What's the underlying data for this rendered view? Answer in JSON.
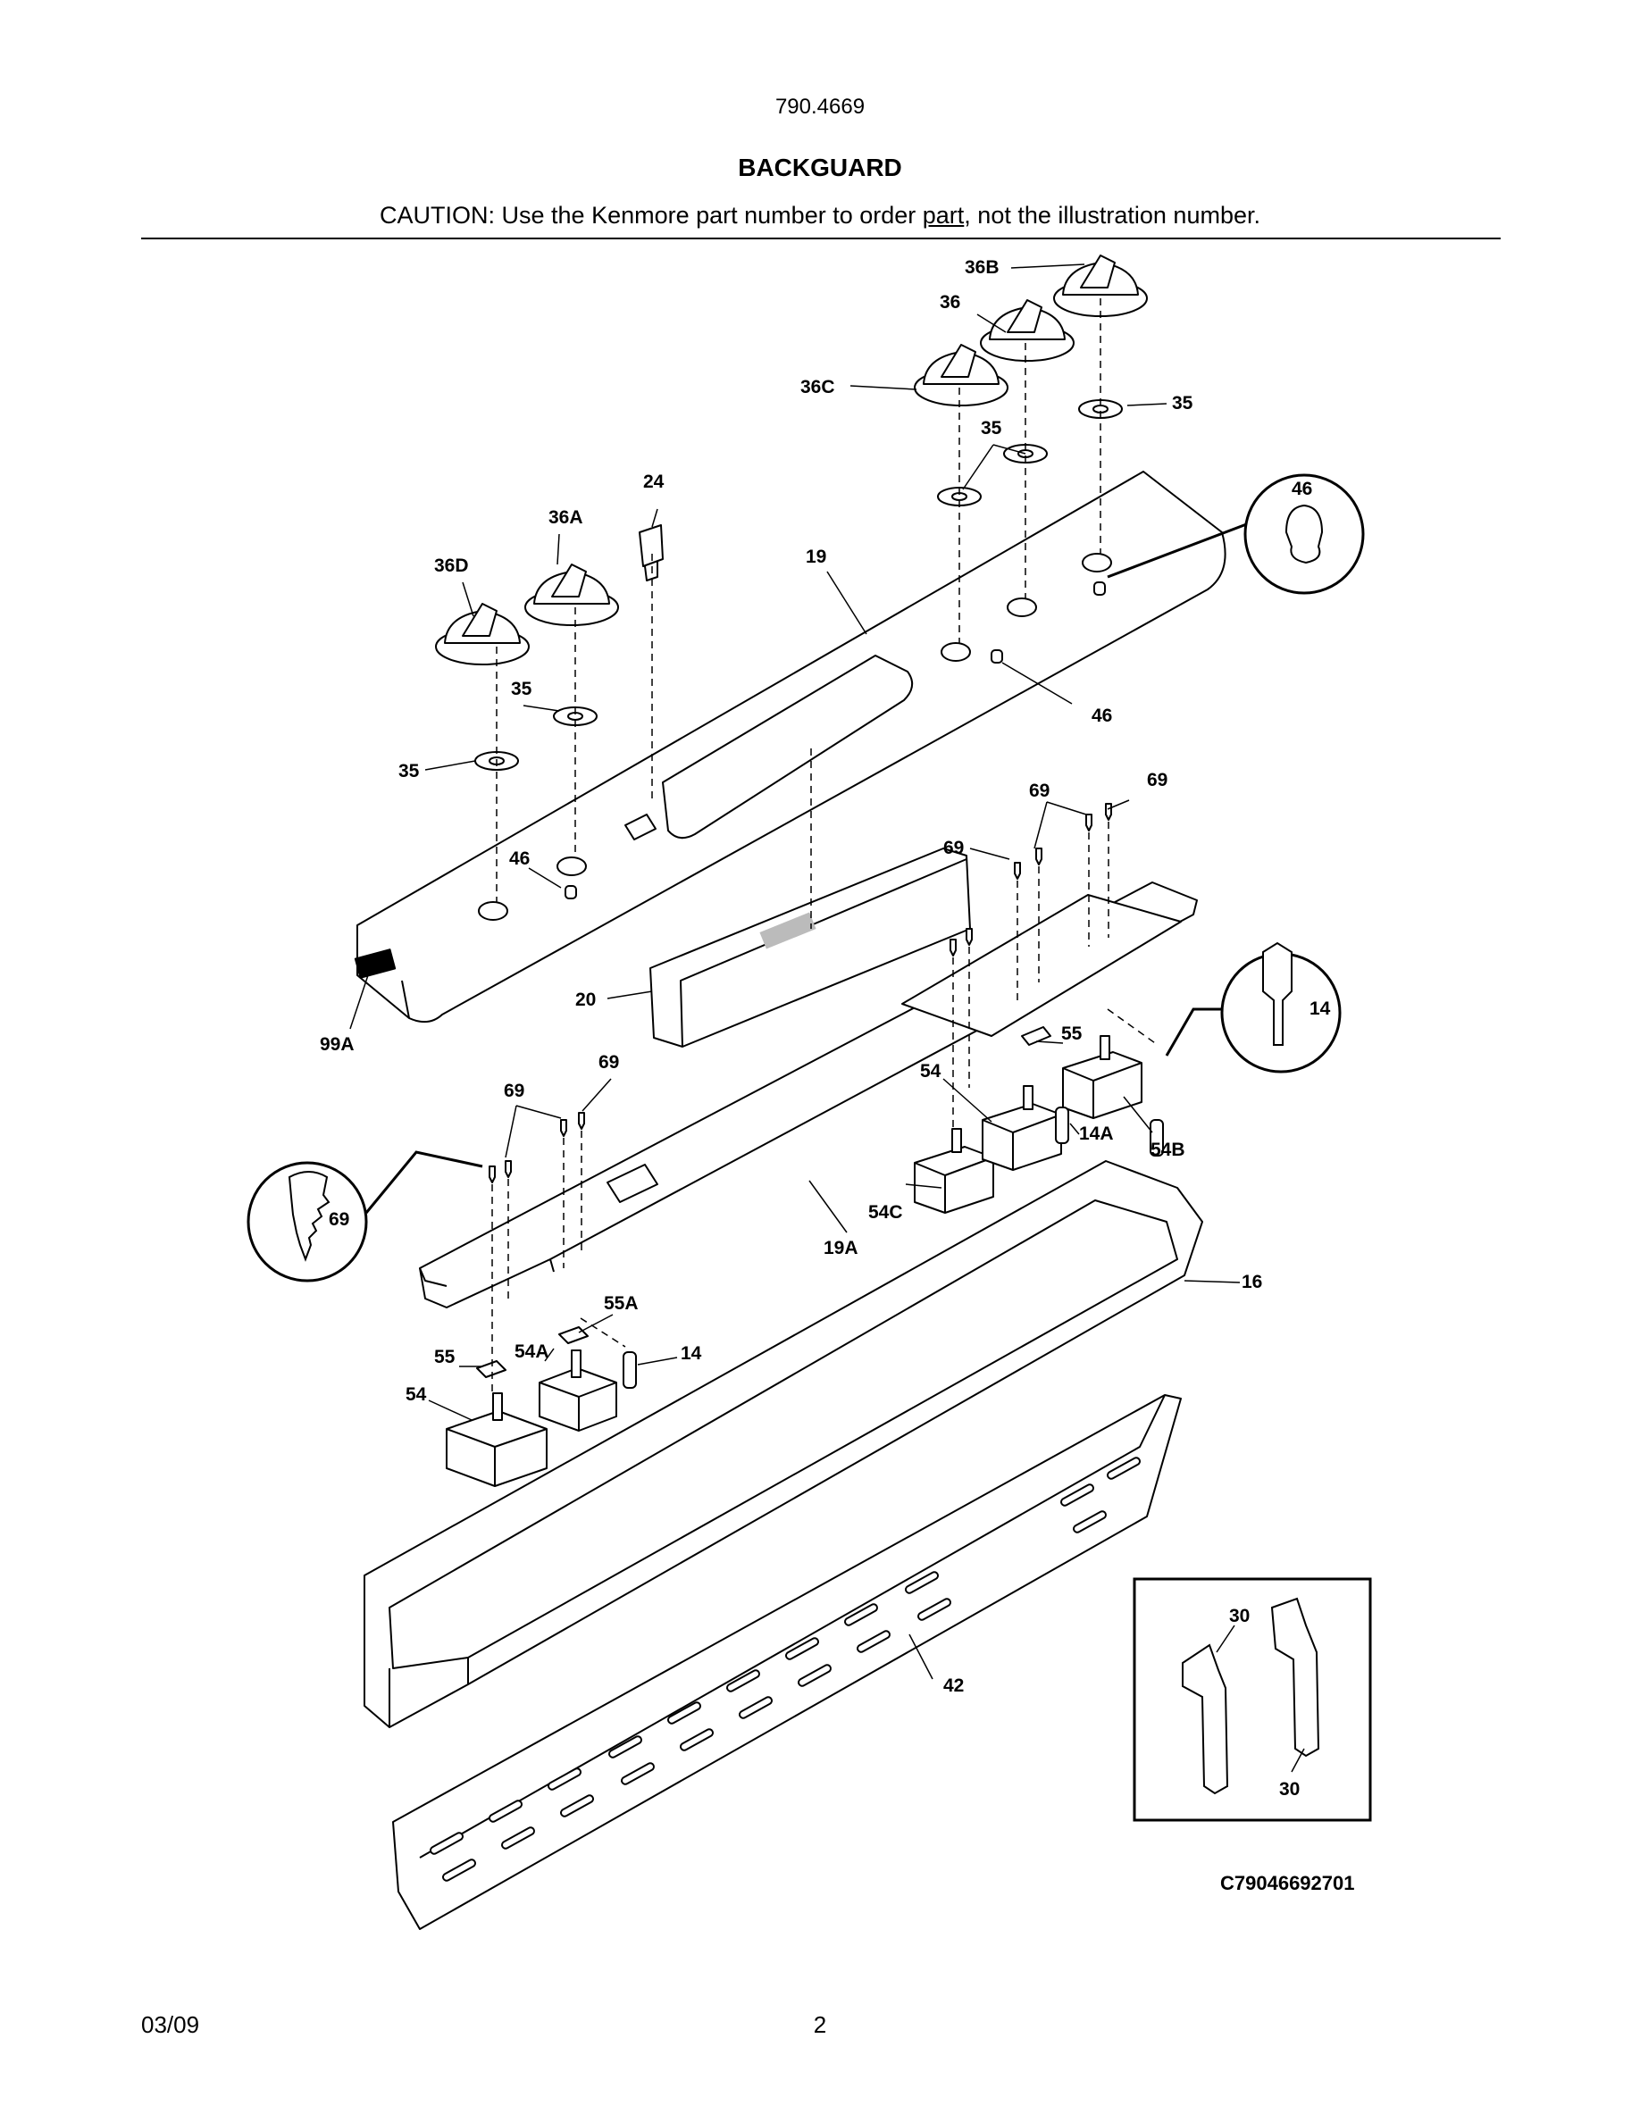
{
  "header": {
    "model": "790.4669",
    "title": "BACKGUARD",
    "caution_before": "CAUTION: Use the Kenmore part number to order ",
    "caution_link": "part",
    "caution_after": ", not the illustration number."
  },
  "diagram": {
    "callouts": [
      "36B",
      "36",
      "36C",
      "35",
      "35",
      "35",
      "24",
      "36A",
      "36D",
      "19",
      "46",
      "46",
      "35",
      "35",
      "69",
      "69",
      "69",
      "46",
      "99A",
      "20",
      "55",
      "14",
      "54",
      "14A",
      "54B",
      "69",
      "69",
      "69",
      "54C",
      "19A",
      "16",
      "55A",
      "55",
      "54A",
      "14",
      "54",
      "30",
      "30",
      "42"
    ],
    "drawing_code": "C79046692701"
  },
  "footer": {
    "date": "03/09",
    "page": "2"
  }
}
